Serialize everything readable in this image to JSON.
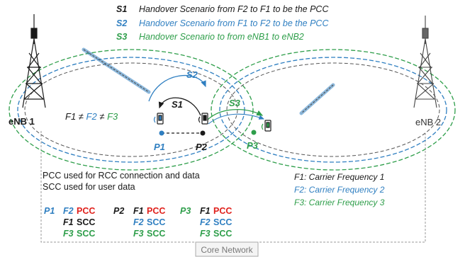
{
  "colors": {
    "black": "#1a1a1a",
    "blue": "#2f7fc1",
    "green": "#2e9e4a",
    "red": "#e0201b",
    "gray": "#8a8a8a"
  },
  "legend_top": [
    {
      "key": "S1",
      "text": "Handover Scenario from F2 to F1 to be the PCC",
      "color": "black"
    },
    {
      "key": "S2",
      "text": "Handover Scenario from F1 to F2 to be the PCC",
      "color": "blue"
    },
    {
      "key": "S3",
      "text": "Handover Scenario to from eNB1 to eNB2",
      "color": "green"
    }
  ],
  "enb1_label": "eNB 1",
  "enb2_label": "eNB 2",
  "freq_relation": {
    "f1": "F1",
    "neq1": " ≠ ",
    "f2": "F2",
    "neq2": " ≠ ",
    "f3": "F3"
  },
  "arrow_labels": {
    "s1": "S1",
    "s2": "S2",
    "s3": "S3"
  },
  "positions": {
    "p1": "P1",
    "p2": "P2",
    "p3": "P3"
  },
  "notes": [
    "PCC used for RCC connection and data",
    "SCC used for user data"
  ],
  "carrier_legend": [
    {
      "text": "F1:  Carrier Frequency 1",
      "color": "black"
    },
    {
      "text": "F2:  Carrier Frequency 2",
      "color": "blue"
    },
    {
      "text": "F3:  Carrier Frequency 3",
      "color": "green"
    }
  ],
  "assignments": [
    {
      "point": "P1",
      "rows": [
        {
          "f": "F2",
          "role": "PCC"
        },
        {
          "f": "F1",
          "role": "SCC"
        },
        {
          "f": "F3",
          "role": "SCC"
        }
      ]
    },
    {
      "point": "P2",
      "rows": [
        {
          "f": "F1",
          "role": "PCC"
        },
        {
          "f": "F2",
          "role": "SCC"
        },
        {
          "f": "F3",
          "role": "SCC"
        }
      ]
    },
    {
      "point": "P3",
      "rows": [
        {
          "f": "F1",
          "role": "PCC"
        },
        {
          "f": "F2",
          "role": "SCC"
        },
        {
          "f": "F3",
          "role": "SCC"
        }
      ]
    }
  ],
  "core_network": "Core Network"
}
